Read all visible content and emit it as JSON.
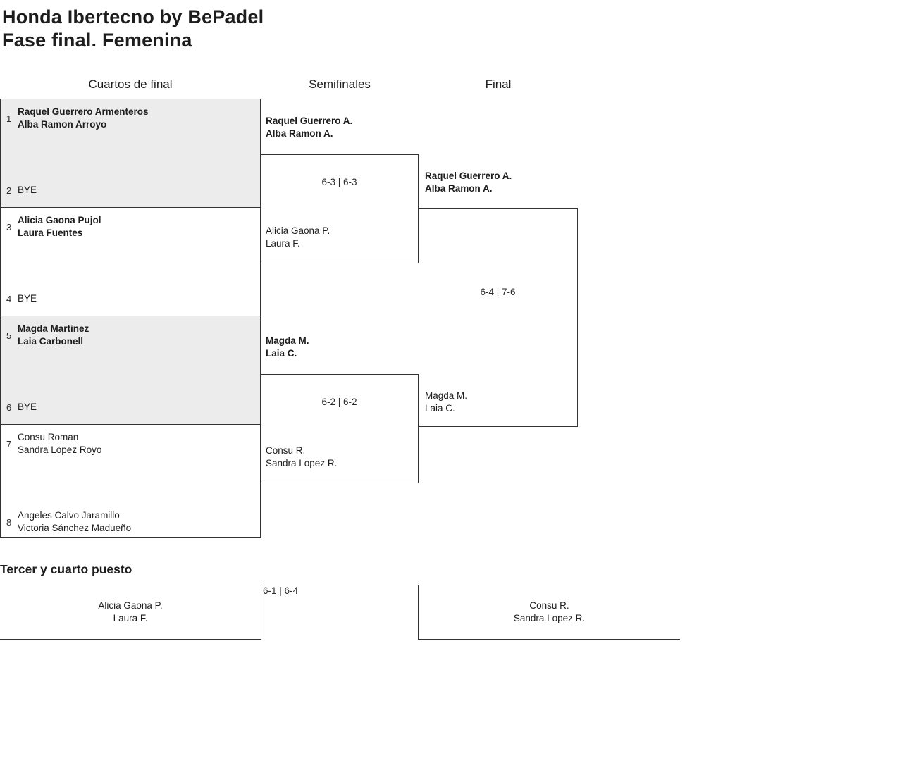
{
  "title": {
    "line1": "Honda Ibertecno by BePadel",
    "line2": "Fase final. Femenina"
  },
  "round_headers": {
    "quarterfinals": "Cuartos de final",
    "semifinals": "Semifinales",
    "final": "Final"
  },
  "quarterfinals": [
    {
      "seed_top": "1",
      "team_top": [
        "Raquel Guerrero Armenteros",
        "Alba Ramon Arroyo"
      ],
      "seed_bottom": "2",
      "team_bottom": [
        "BYE"
      ],
      "winner": "top",
      "shaded": true
    },
    {
      "seed_top": "3",
      "team_top": [
        "Alicia Gaona Pujol",
        "Laura Fuentes"
      ],
      "seed_bottom": "4",
      "team_bottom": [
        "BYE"
      ],
      "winner": "top",
      "shaded": false
    },
    {
      "seed_top": "5",
      "team_top": [
        "Magda Martinez",
        "Laia Carbonell"
      ],
      "seed_bottom": "6",
      "team_bottom": [
        "BYE"
      ],
      "winner": "top",
      "shaded": true
    },
    {
      "seed_top": "7",
      "team_top": [
        "Consu Roman",
        "Sandra Lopez Royo"
      ],
      "seed_bottom": "8",
      "team_bottom": [
        "Angeles Calvo Jaramillo",
        "Victoria Sánchez Madueño"
      ],
      "winner": "none",
      "shaded": false
    }
  ],
  "semifinals": [
    {
      "top_team": [
        "Raquel Guerrero A.",
        "Alba Ramon A."
      ],
      "score": "6-3 | 6-3",
      "bottom_team": [
        "Alicia Gaona P.",
        "Laura F."
      ],
      "winner": "top"
    },
    {
      "top_team": [
        "Magda M.",
        "Laia C."
      ],
      "score": "6-2 | 6-2",
      "bottom_team": [
        "Consu R.",
        "Sandra Lopez R."
      ],
      "winner": "top"
    }
  ],
  "final": {
    "top_team": [
      "Raquel Guerrero A.",
      "Alba Ramon A."
    ],
    "score": "6-4 | 7-6",
    "bottom_team": [
      "Magda M.",
      "Laia C."
    ],
    "winner": "top"
  },
  "third_place": {
    "heading": "Tercer y cuarto puesto",
    "score": "6-1 | 6-4",
    "left_team": [
      "Alicia Gaona P.",
      "Laura F."
    ],
    "right_team": [
      "Consu R.",
      "Sandra Lopez R."
    ]
  },
  "colors": {
    "shaded_box": "#ececec",
    "border": "#333333",
    "text": "#1d1d1d",
    "background": "#ffffff"
  }
}
